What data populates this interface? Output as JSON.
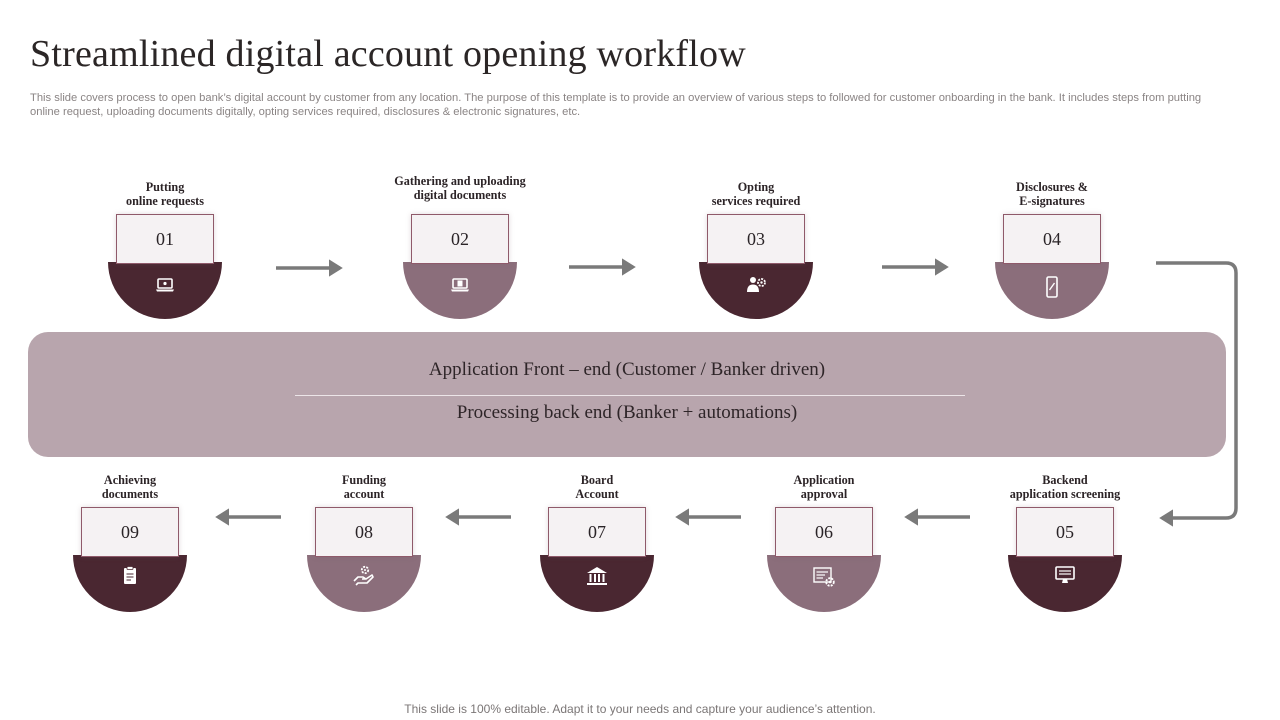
{
  "title": "Streamlined digital account opening workflow",
  "subtitle": "This slide covers process to open bank’s digital account by customer from any location. The purpose of this template is to provide an overview of various steps to followed for customer onboarding in the bank. It includes steps from putting online request, uploading documents digitally, opting services required, disclosures & electronic signatures, etc.",
  "band": {
    "front_end": "Application Front – end (Customer / Banker driven)",
    "back_end": "Processing back end (Banker + automations)"
  },
  "steps": [
    {
      "num": "01",
      "label_line1": "Putting",
      "label_line2": "online requests",
      "icon": "laptop-icon"
    },
    {
      "num": "02",
      "label_line1": "Gathering and uploading",
      "label_line2": "digital documents",
      "icon": "laptop-document-icon"
    },
    {
      "num": "03",
      "label_line1": "Opting",
      "label_line2": "services required",
      "icon": "person-gear-icon"
    },
    {
      "num": "04",
      "label_line1": "Disclosures &",
      "label_line2": "E-signatures",
      "icon": "mobile-signature-icon"
    },
    {
      "num": "05",
      "label_line1": "Backend",
      "label_line2": "application screening",
      "icon": "monitor-icon"
    },
    {
      "num": "06",
      "label_line1": "Application",
      "label_line2": "approval",
      "icon": "form-gear-icon"
    },
    {
      "num": "07",
      "label_line1": "Board",
      "label_line2": "Account",
      "icon": "bank-icon"
    },
    {
      "num": "08",
      "label_line1": "Funding",
      "label_line2": "account",
      "icon": "hand-money-icon"
    },
    {
      "num": "09",
      "label_line1": "Achieving",
      "label_line2": "documents",
      "icon": "clipboard-icon"
    }
  ],
  "colors": {
    "dark": "#4a2731",
    "light": "#8b6e7b",
    "band": "#b8a5ad",
    "arrow": "#7a7a7a"
  },
  "footer": "This slide is 100% editable. Adapt it to your needs and capture your audience’s attention."
}
